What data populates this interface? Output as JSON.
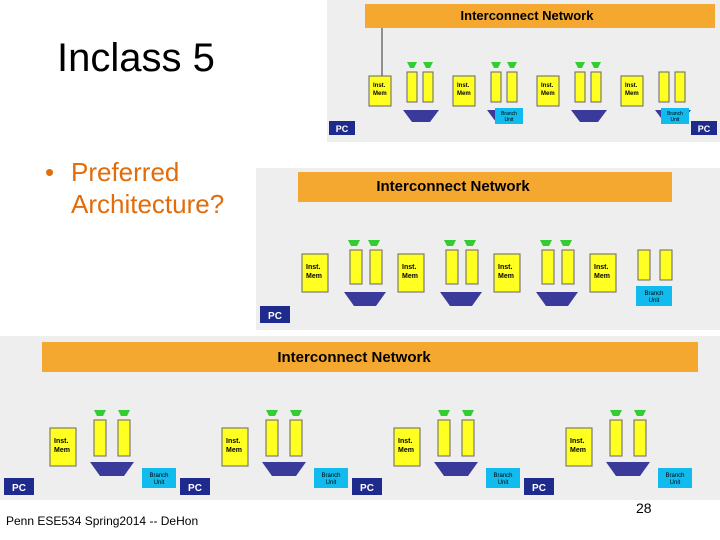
{
  "slide": {
    "title": "Inclass 5",
    "bullet": "Preferred",
    "bullet_line2": "Architecture?",
    "footer": "Penn ESE534 Spring2014 -- DeHon",
    "page_number": "28"
  },
  "labels": {
    "interconnect": "Interconnect Network",
    "inst_mem_1": "Inst.",
    "inst_mem_2": "Mem",
    "branch_1": "Branch",
    "branch_2": "Unit",
    "pc": "PC"
  },
  "colors": {
    "orange": "#f5a830",
    "yellow": "#ffff22",
    "purple": "#3a3a9a",
    "blue": "#1e2b8c",
    "green": "#33cc33",
    "cyan": "#11bbee",
    "panel": "#eeeeee"
  }
}
